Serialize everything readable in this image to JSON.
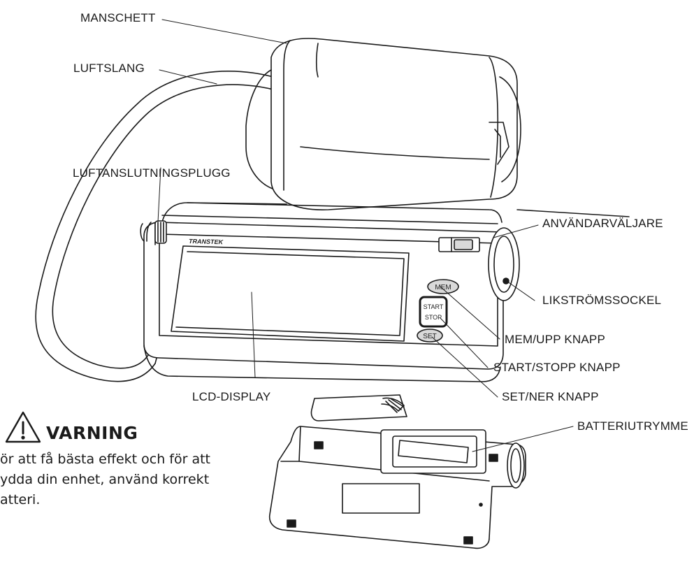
{
  "labels": {
    "cuff": "MANSCHETT",
    "air_tube": "LUFTSLANG",
    "air_plug": "LUFTANSLUTNINGSPLUGG",
    "user_selector": "ANVÄNDARVÄLJARE",
    "dc_socket": "LIKSTRÖMSSOCKEL",
    "mem_up_button": "MEM/UPP KNAPP",
    "start_stop_button": "START/STOPP KNAPP",
    "set_down_button": "SET/NER KNAPP",
    "lcd_display": "LCD-DISPLAY",
    "battery_compartment": "BATTERIUTRYMME"
  },
  "device": {
    "brand": "TRANSTEK",
    "mem_button": "MEM",
    "start_button_line1": "START",
    "start_button_line2": "STOP",
    "set_button": "SET"
  },
  "warning": {
    "icon": "warning-triangle-icon",
    "title": "VARNING",
    "lines": [
      "ör att få bästa effekt och för att",
      "ydda din enhet, använd korrekt",
      "atteri."
    ]
  },
  "colors": {
    "line": "#1a1a1a",
    "shade": "#d9d9d9"
  }
}
